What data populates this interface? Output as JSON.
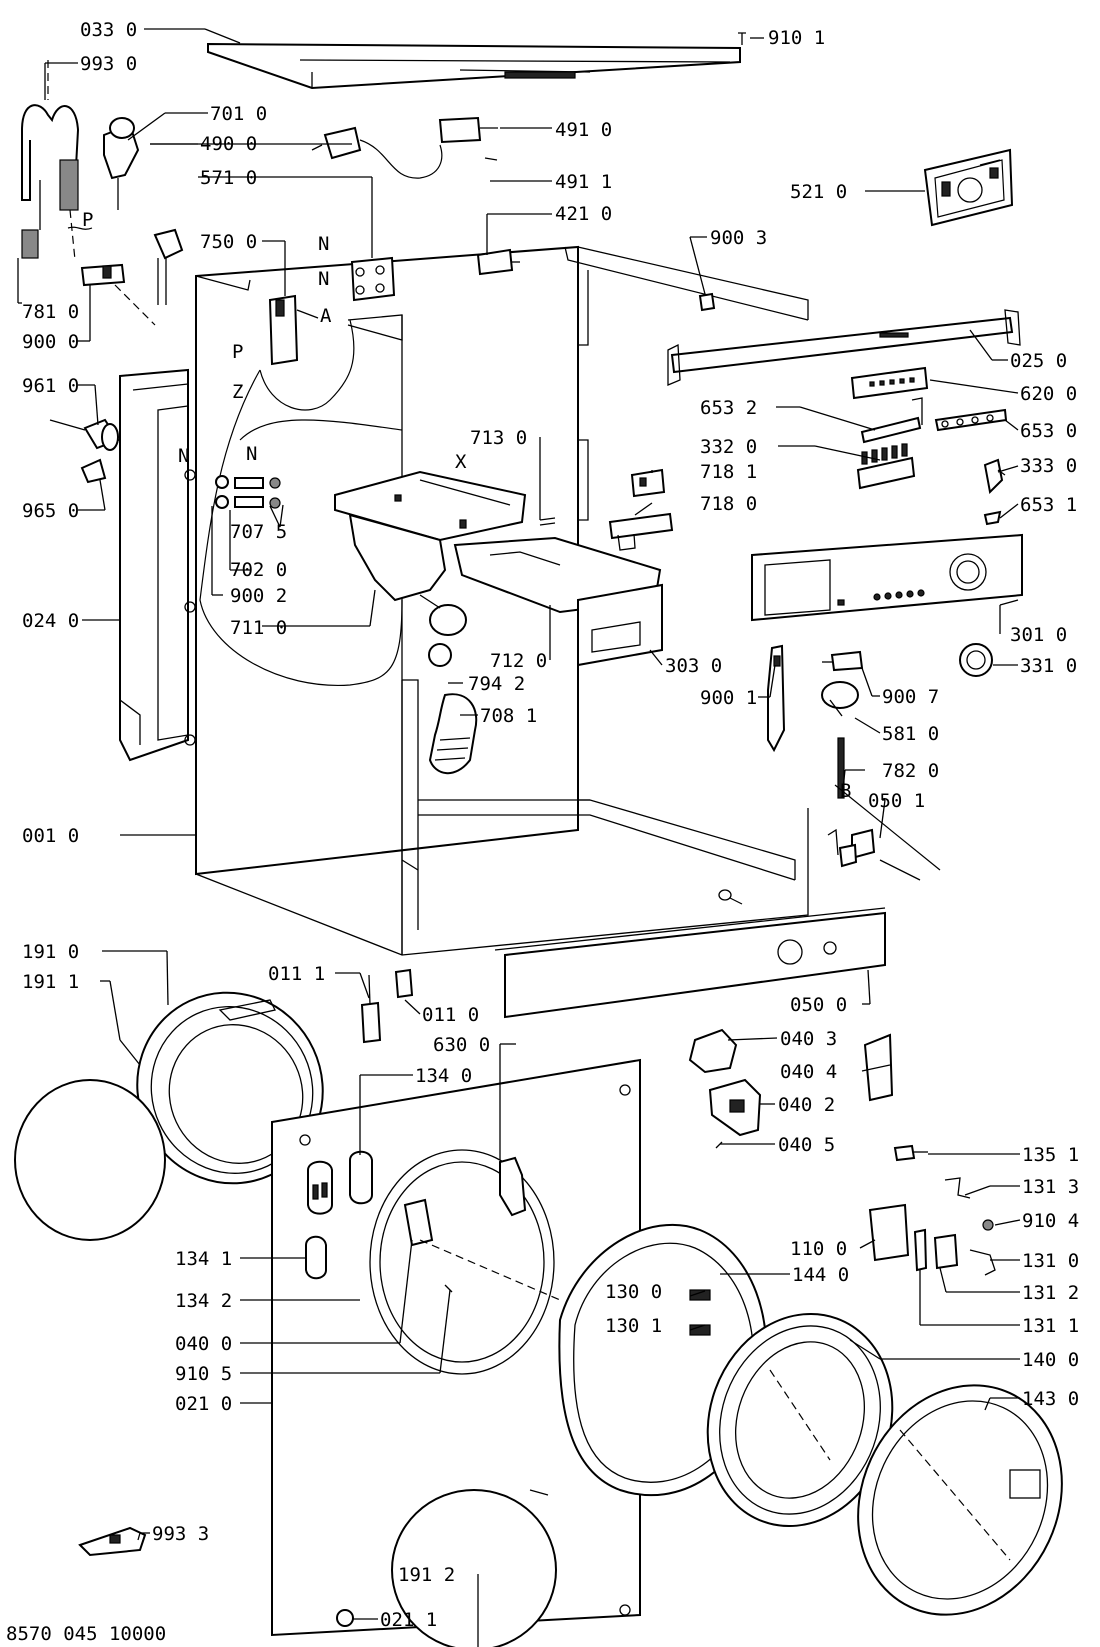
{
  "doc_number": "8570 045 10000",
  "letters": {
    "N": "N",
    "P": "P",
    "A": "A",
    "Z": "Z",
    "X": "X",
    "B": "B"
  },
  "labels": {
    "l0330": "033 0",
    "l9101": "910 1",
    "l9930": "993 0",
    "l7010": "701 0",
    "l4900": "490 0",
    "l4910": "491 0",
    "l5710": "571 0",
    "l4911": "491 1",
    "l5210": "521 0",
    "l4210": "421 0",
    "l7500": "750 0",
    "l9003": "900 3",
    "l7810": "781 0",
    "l9000": "900 0",
    "l0250": "025 0",
    "l9610": "961 0",
    "l6200": "620 0",
    "l7130": "713 0",
    "l6532": "653 2",
    "l6530": "653 0",
    "l3320": "332 0",
    "l3330": "333 0",
    "l7181": "718 1",
    "l9650": "965 0",
    "l7180": "718 0",
    "l6531": "653 1",
    "l7075": "707 5",
    "l7020": "702 0",
    "l9002": "900 2",
    "l0240": "024 0",
    "l7110": "711 0",
    "l3010": "301 0",
    "l7120": "712 0",
    "l3030": "303 0",
    "l3310": "331 0",
    "l7942": "794 2",
    "l9001": "900 1",
    "l9007": "900 7",
    "l7081": "708 1",
    "l5810": "581 0",
    "l7820": "782 0",
    "l0501": "050 1",
    "l0010": "001 0",
    "l1910": "191 0",
    "l1911": "191 1",
    "l0111": "011 1",
    "l0110": "011 0",
    "l0500": "050 0",
    "l6300": "630 0",
    "l0403": "040 3",
    "l1340": "134 0",
    "l0404": "040 4",
    "l0402": "040 2",
    "l0405": "040 5",
    "l1351": "135 1",
    "l1313": "131 3",
    "l9104": "910 4",
    "l1100": "110 0",
    "l1310": "131 0",
    "l1341": "134 1",
    "l1440": "144 0",
    "l1300": "130 0",
    "l1312": "131 2",
    "l1342": "134 2",
    "l1301": "130 1",
    "l1311": "131 1",
    "l0400": "040 0",
    "l9105": "910 5",
    "l1400": "140 0",
    "l0210": "021 0",
    "l1430": "143 0",
    "l9933": "993 3",
    "l1912": "191 2",
    "l0211": "021 1"
  }
}
